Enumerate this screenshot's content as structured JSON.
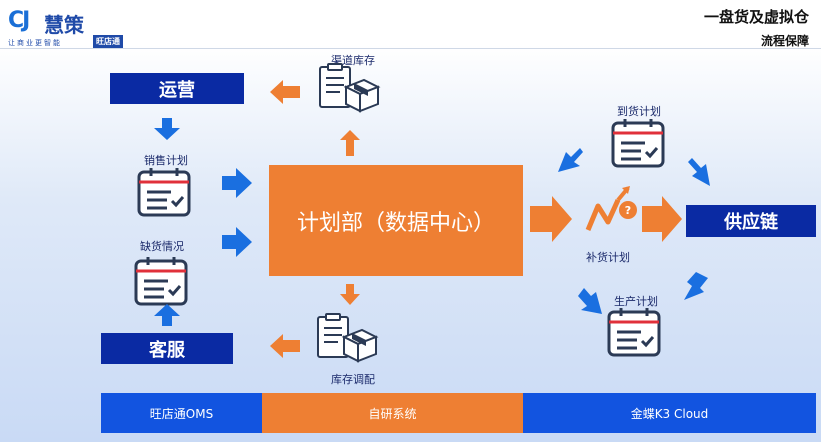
{
  "header": {
    "logo_mark": "CJ",
    "logo_name": "慧策",
    "logo_sub": "让商业更智能",
    "logo_badge": "旺店通",
    "title": "一盘货及虚拟仓",
    "subtitle": "流程保障"
  },
  "nodes": {
    "operations": "运营",
    "customer_service": "客服",
    "supply_chain": "供应链",
    "planning_center": "计划部（数据中心）"
  },
  "labels": {
    "channel_inventory": "渠道库存",
    "sales_plan": "销售计划",
    "stockout": "缺货情况",
    "inventory_transfer": "库存调配",
    "arrival_plan": "到货计划",
    "replenishment_plan": "补货计划",
    "production_plan": "生产计划"
  },
  "bottom_bar": {
    "left": "旺店通OMS",
    "middle": "自研系统",
    "right": "金蝶K3 Cloud"
  },
  "colors": {
    "navy": "#0a2aa3",
    "orange": "#ee7f33",
    "blue_arrow": "#1a6fe0",
    "bottom_blue": "#1254e0"
  }
}
